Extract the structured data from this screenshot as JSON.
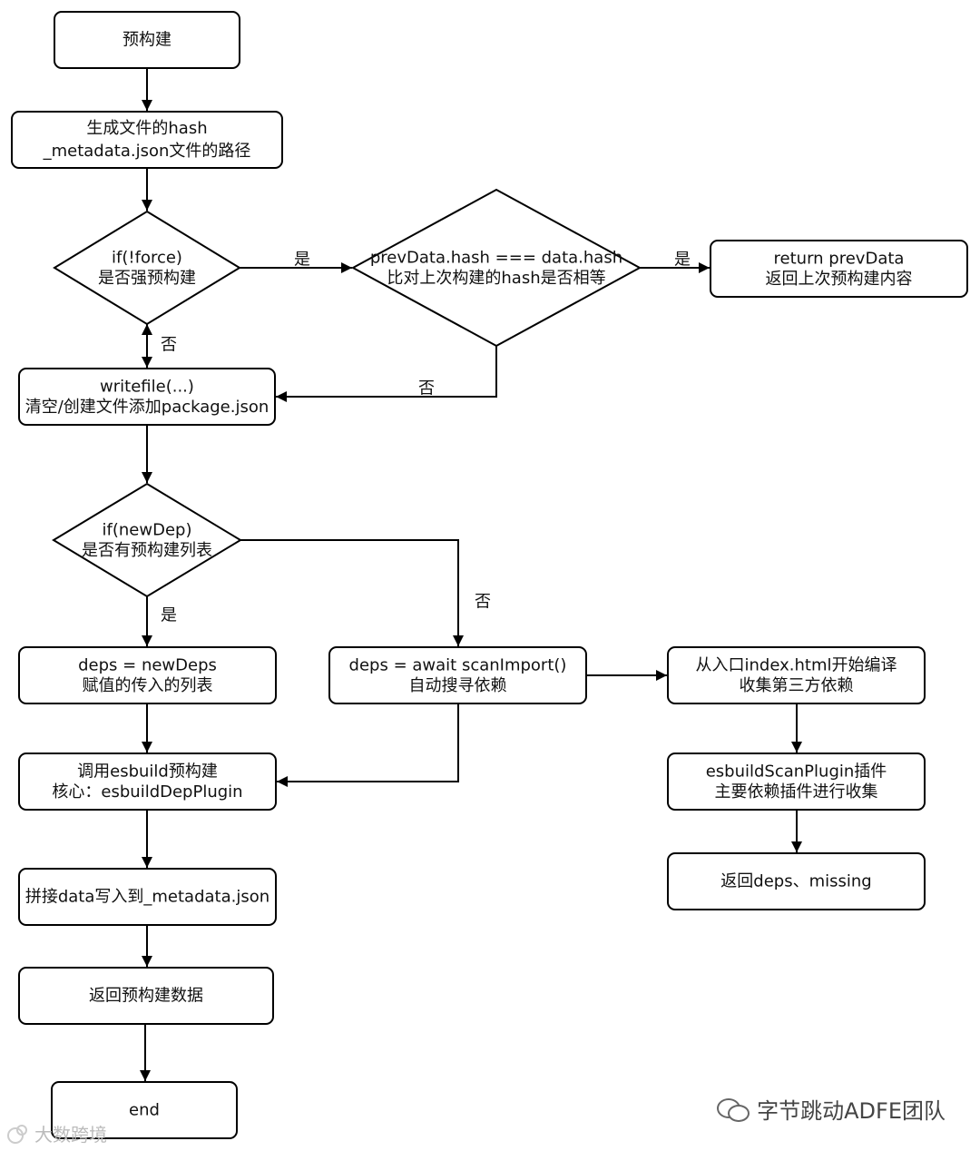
{
  "nodes": {
    "n_prebuild": [
      "预构建"
    ],
    "n_hash": [
      "生成文件的hash",
      "_metadata.json文件的路径"
    ],
    "n_force": [
      "if(!force)",
      "是否强预构建"
    ],
    "n_prevhash": [
      "prevData.hash === data.hash",
      "比对上次构建的hash是否相等"
    ],
    "n_return_prev": [
      "return prevData",
      "返回上次预构建内容"
    ],
    "n_writefile": [
      "writefile(...)",
      "清空/创建文件添加package.json"
    ],
    "n_newdep": [
      "if(newDep)",
      "是否有预构建列表"
    ],
    "n_deps_new": [
      "deps = newDeps",
      "赋值的传入的列表"
    ],
    "n_scan": [
      "deps = await scanImport()",
      "自动搜寻依赖"
    ],
    "n_entry": [
      "从入口index.html开始编译",
      "收集第三方依赖"
    ],
    "n_esbuild": [
      "调用esbuild预构建",
      "核心：esbuildDepPlugin"
    ],
    "n_scanplugin": [
      "esbuildScanPlugin插件",
      "主要依赖插件进行收集"
    ],
    "n_write_meta": [
      "拼接data写入到_metadata.json"
    ],
    "n_return_deps": [
      "返回deps、missing"
    ],
    "n_return_data": [
      "返回预构建数据"
    ],
    "n_end": [
      "end"
    ]
  },
  "edge_labels": {
    "force_yes": "是",
    "force_no": "否",
    "prevhash_yes": "是",
    "prevhash_no": "否",
    "newdep_no": "否",
    "newdep_yes": "是"
  },
  "watermarks": {
    "right": "字节跳动ADFE团队",
    "left": "大数跨境"
  }
}
